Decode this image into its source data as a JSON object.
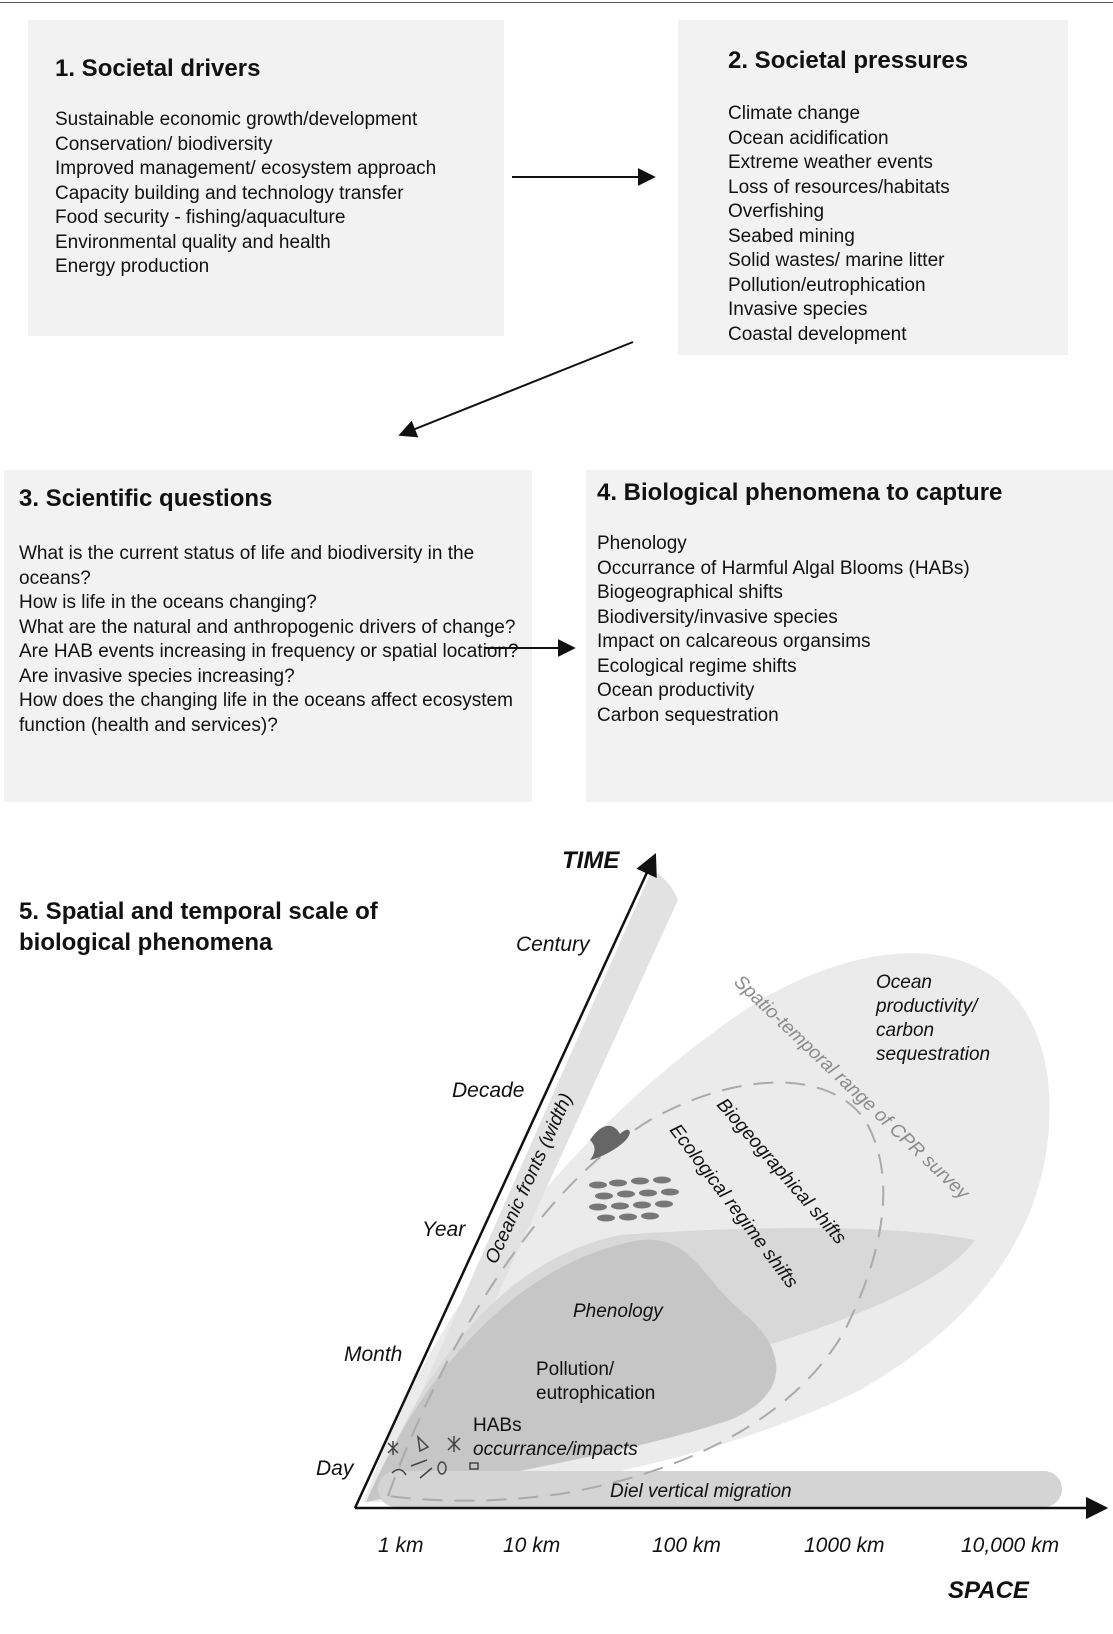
{
  "box1": {
    "title": "1. Societal drivers",
    "items": [
      "Sustainable economic growth/development",
      "Conservation/ biodiversity",
      "Improved management/ ecosystem approach",
      "Capacity building and technology transfer",
      "Food security - fishing/aquaculture",
      "Environmental quality and health",
      "Energy production"
    ]
  },
  "box2": {
    "title": "2. Societal pressures",
    "items": [
      "Climate change",
      "Ocean acidification",
      "Extreme weather events",
      "Loss of resources/habitats",
      "Overfishing",
      "Seabed mining",
      "Solid wastes/ marine litter",
      "Pollution/eutrophication",
      "Invasive species",
      "Coastal development"
    ]
  },
  "box3": {
    "title": "3. Scientific questions",
    "items": [
      "What is the current status of life and biodiversity in the oceans?",
      "How is life in the oceans changing?",
      "What are the natural and anthropogenic drivers of change?",
      "Are HAB events increasing in frequency or spatial location?",
      "Are invasive species increasing?",
      "How does the changing life in the oceans affect ecosystem function (health and services)?"
    ]
  },
  "box4": {
    "title": "4. Biological phenomena to capture",
    "items": [
      "Phenology",
      "Occurrance of Harmful Algal Blooms (HABs)",
      "Biogeographical shifts",
      "Biodiversity/invasive species",
      "Impact on calcareous organsims",
      "Ecological regime shifts",
      "Ocean productivity",
      "Carbon sequestration"
    ]
  },
  "scale": {
    "title": "5. Spatial and temporal scale of biological phenomena",
    "time_axis": "TIME",
    "space_axis": "SPACE",
    "time_ticks": [
      "Century",
      "Decade",
      "Year",
      "Month",
      "Day"
    ],
    "space_ticks": [
      "1 km",
      "10 km",
      "100 km",
      "1000 km",
      "10,000 km"
    ],
    "labels": {
      "ocean_productivity": [
        "Ocean",
        "productivity/",
        "carbon",
        "sequestration"
      ],
      "cpr_survey": "Spatio-temporal range of CPR survey",
      "biogeographical_shifts": "Biogeographical shifts",
      "ecological_regime_shifts": "Ecological regime shifts",
      "oceanic_fronts": "Oceanic fronts (width)",
      "phenology": "Phenology",
      "pollution": [
        "Pollution/",
        "eutrophication"
      ],
      "habs": [
        "HABs",
        "occurrance/impacts"
      ],
      "diel": "Diel vertical migration"
    },
    "colors": {
      "outer_region": "#ebebeb",
      "mid_region": "#dcdcdc",
      "inner_region": "#c4c4c4",
      "cpr_text": "#8a8a8a"
    }
  }
}
